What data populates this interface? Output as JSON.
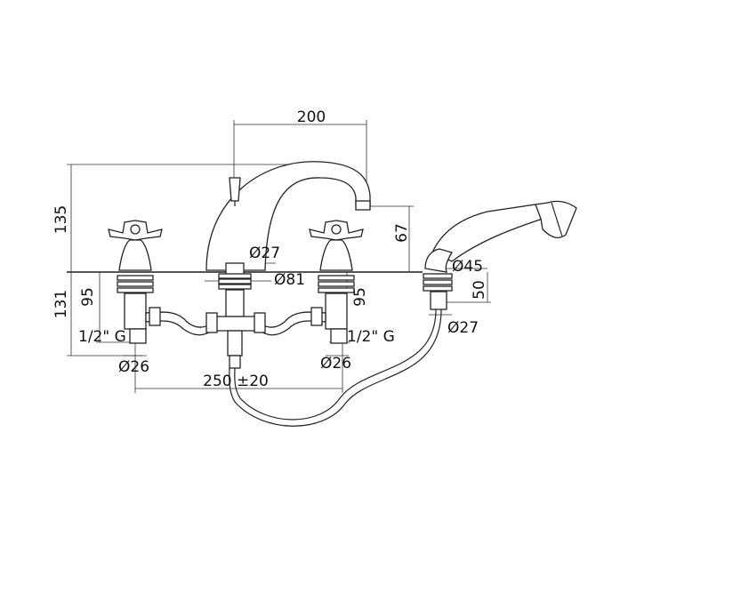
{
  "dimensions": {
    "spout_reach": "200",
    "overall_height": "135",
    "spout_height": "67",
    "spout_base_dia": "Ø27",
    "hole_dia": "Ø81",
    "handshower_dia": "Ø45",
    "below_deck_total": "131",
    "shank_length_left": "95",
    "shank_length_right": "95",
    "thread_left": "1/2\" G",
    "thread_right": "1/2\" G",
    "handshower_shank_length": "50",
    "handshower_shank_dia": "Ø27",
    "valve_dia_left": "Ø26",
    "valve_dia_right": "Ø26",
    "centers_distance": "250 ±20"
  },
  "colors": {
    "line": "#222222",
    "background": "#ffffff"
  }
}
